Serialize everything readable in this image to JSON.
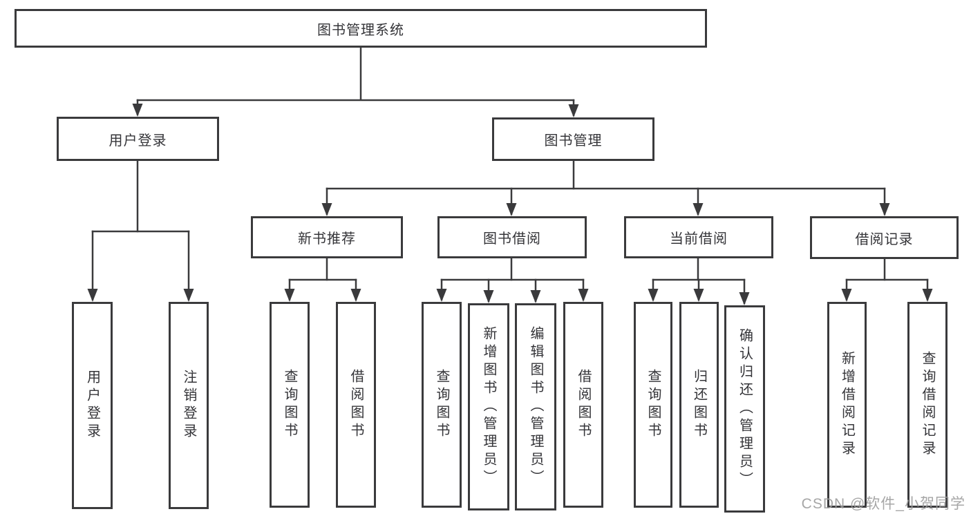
{
  "watermark": "CSDN @软件_小贺同学",
  "colors": {
    "line": "#3a3a3c",
    "box_border": "#3a3a3c",
    "text": "#343438",
    "watermark": "#9e9e9e",
    "background": "#ffffff"
  },
  "nodes": {
    "root": "图书管理系统",
    "level2": {
      "user_login": "用户登录",
      "book_mgmt": "图书管理"
    },
    "level3": {
      "new_books": "新书推荐",
      "book_borrow": "图书借阅",
      "current_borrow": "当前借阅",
      "borrow_records": "借阅记录"
    },
    "leaves": {
      "user_login_1": "用户登录",
      "user_login_2": "注销登录",
      "new_books_1": "查询图书",
      "new_books_2": "借阅图书",
      "book_borrow_1": "查询图书",
      "book_borrow_2": "新增图书（管理员）",
      "book_borrow_3": "编辑图书（管理员）",
      "book_borrow_4": "借阅图书",
      "current_borrow_1": "查询图书",
      "current_borrow_2": "归还图书",
      "current_borrow_3": "确认归还（管理员）",
      "borrow_records_1": "新增借阅记录",
      "borrow_records_2": "查询借阅记录"
    }
  }
}
